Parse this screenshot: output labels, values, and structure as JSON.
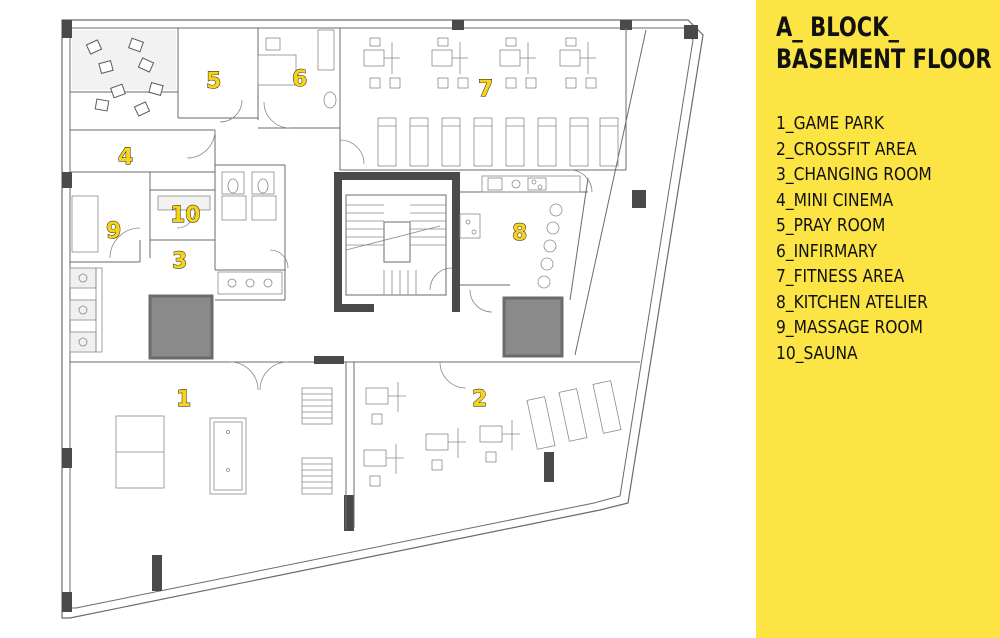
{
  "legend": {
    "title_line1": "A_ BLOCK_",
    "title_line2": "BASEMENT FLOOR",
    "items": [
      "1_GAME PARK",
      "2_CROSSFIT AREA",
      "3_CHANGING ROOM",
      "4_MINI CINEMA",
      "5_PRAY ROOM",
      "6_INFIRMARY",
      "7_FITNESS AREA",
      "8_KITCHEN ATELIER",
      "9_MASSAGE ROOM",
      "10_SAUNA"
    ]
  },
  "plan": {
    "room_numbers": [
      "1",
      "2",
      "3",
      "4",
      "5",
      "6",
      "7",
      "8",
      "9",
      "10"
    ]
  },
  "colors": {
    "legend_background": "#fbe443",
    "number_fill": "#f7d31b",
    "wall": "#8a8a8a"
  }
}
